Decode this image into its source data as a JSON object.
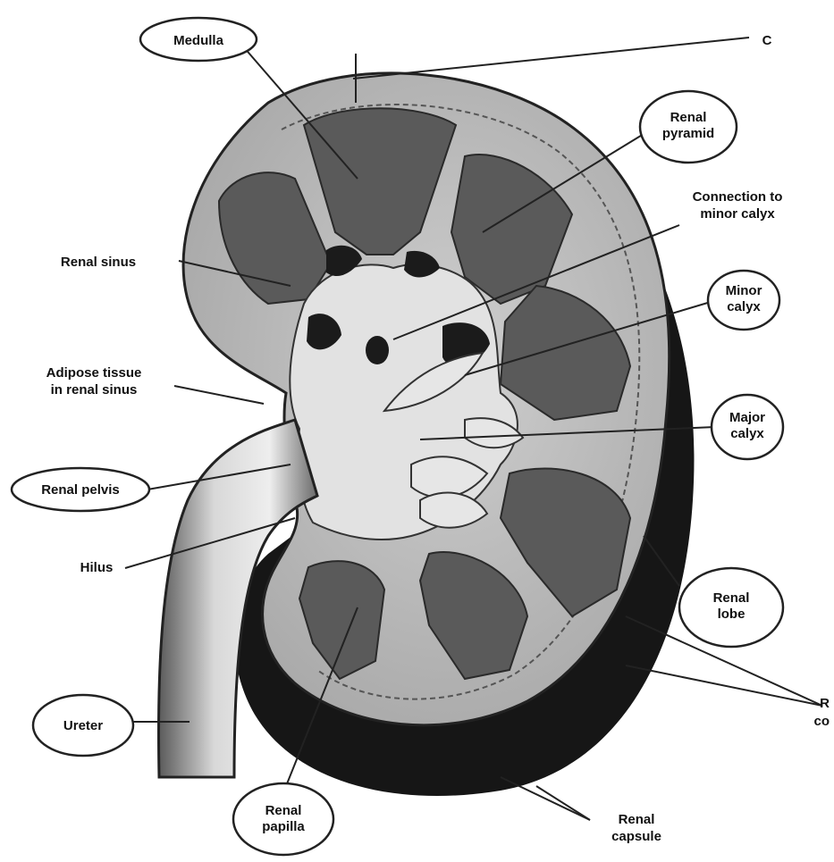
{
  "labels": {
    "medulla": "Medulla",
    "cortex_mark": "C",
    "renal_pyramid": [
      "Renal",
      "pyramid"
    ],
    "connection": [
      "Connection to",
      "minor calyx"
    ],
    "renal_sinus": "Renal sinus",
    "minor_calyx": [
      "Minor",
      "calyx"
    ],
    "adipose": [
      "Adipose tissue",
      "in renal sinus"
    ],
    "major_calyx": [
      "Major",
      "calyx"
    ],
    "renal_pelvis": "Renal pelvis",
    "hilus": "Hilus",
    "renal_lobe": [
      "Renal",
      "lobe"
    ],
    "renal_column": [
      "R",
      "co"
    ],
    "ureter": "Ureter",
    "renal_papilla": [
      "Renal",
      "papilla"
    ],
    "renal_capsule": [
      "Renal",
      "capsule"
    ]
  },
  "colors": {
    "cortex": "#b9b9b9",
    "pyramid": "#585858",
    "sinus": "#e2e2e2",
    "capsule": "#161616",
    "line": "#222222"
  }
}
